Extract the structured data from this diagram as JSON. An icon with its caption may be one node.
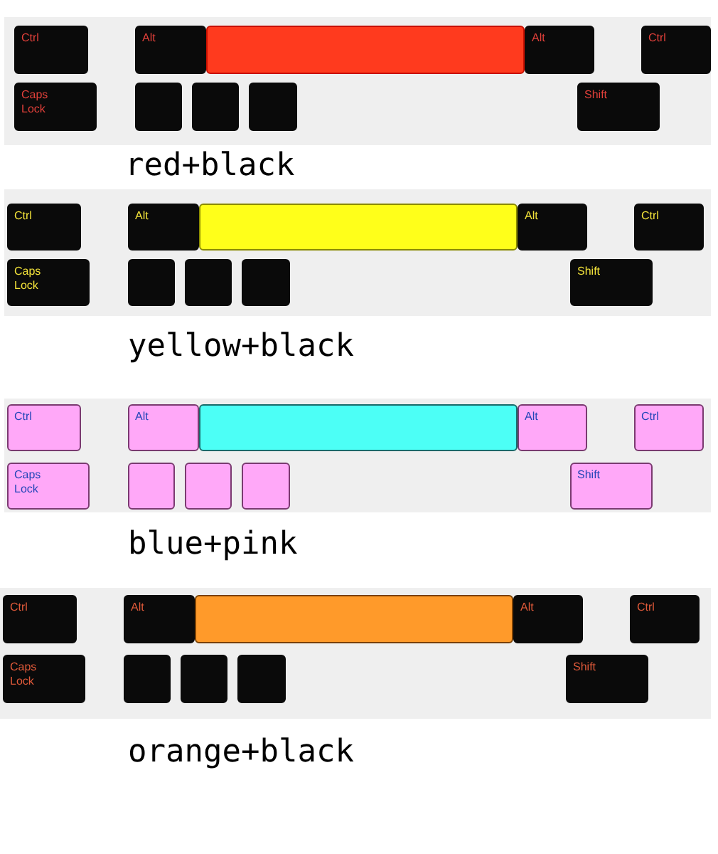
{
  "diagram": {
    "nodes": [
      {
        "text": [
          "red+black"
        ]
      },
      {
        "text": [
          "Ctrl"
        ],
        "in": 0
      },
      {
        "text": [
          "Alt"
        ],
        "in": 0
      },
      {
        "text": [],
        "shape": "bar",
        "in": 0
      },
      {
        "text": [
          "Alt"
        ],
        "in": 0
      },
      {
        "text": [
          "Ctrl"
        ],
        "in": 0
      },
      {
        "text": [
          "Caps Lock"
        ],
        "in": 0
      },
      {
        "text": [],
        "shape": "box",
        "in": 0
      },
      {
        "text": [],
        "shape": "box",
        "in": 0
      },
      {
        "text": [],
        "shape": "box",
        "in": 0
      },
      {
        "text": [
          "Shift"
        ],
        "in": 0
      },
      {
        "text": [
          "yellow+black"
        ]
      },
      {
        "text": [
          "Ctrl"
        ],
        "in": 11
      },
      {
        "text": [
          "Alt"
        ],
        "in": 11
      },
      {
        "text": [],
        "shape": "bar",
        "in": 11
      },
      {
        "text": [
          "Alt"
        ],
        "in": 11
      },
      {
        "text": [
          "Ctrl"
        ],
        "in": 11
      },
      {
        "text": [
          "Caps Lock"
        ],
        "in": 11
      },
      {
        "text": [],
        "shape": "box",
        "in": 11
      },
      {
        "text": [],
        "shape": "box",
        "in": 11
      },
      {
        "text": [],
        "shape": "box",
        "in": 11
      },
      {
        "text": [
          "Shift"
        ],
        "in": 11
      },
      {
        "text": [
          "blue+pink"
        ]
      },
      {
        "text": [
          "Ctrl"
        ],
        "in": 22
      },
      {
        "text": [
          "Alt"
        ],
        "in": 22
      },
      {
        "text": [],
        "shape": "bar",
        "in": 22
      },
      {
        "text": [
          "Alt"
        ],
        "in": 22
      },
      {
        "text": [
          "Ctrl"
        ],
        "in": 22
      },
      {
        "text": [
          "Caps Lock"
        ],
        "in": 22
      },
      {
        "text": [],
        "shape": "box",
        "in": 22
      },
      {
        "text": [],
        "shape": "box",
        "in": 22
      },
      {
        "text": [],
        "shape": "box",
        "in": 22
      },
      {
        "text": [
          "Shift"
        ],
        "in": 22
      },
      {
        "text": [
          "orange+black"
        ]
      },
      {
        "text": [
          "Ctrl"
        ],
        "in": 33
      },
      {
        "text": [
          "Alt"
        ],
        "in": 33
      },
      {
        "text": [],
        "shape": "bar",
        "in": 33
      },
      {
        "text": [
          "Alt"
        ],
        "in": 33
      },
      {
        "text": [
          "Ctrl"
        ],
        "in": 33
      },
      {
        "text": [
          "Caps Lock"
        ],
        "in": 33
      },
      {
        "text": [],
        "shape": "box",
        "in": 33
      },
      {
        "text": [],
        "shape": "box",
        "in": 33
      },
      {
        "text": [],
        "shape": "box",
        "in": 33
      },
      {
        "text": [
          "Shift"
        ],
        "in": 33
      }
    ]
  }
}
